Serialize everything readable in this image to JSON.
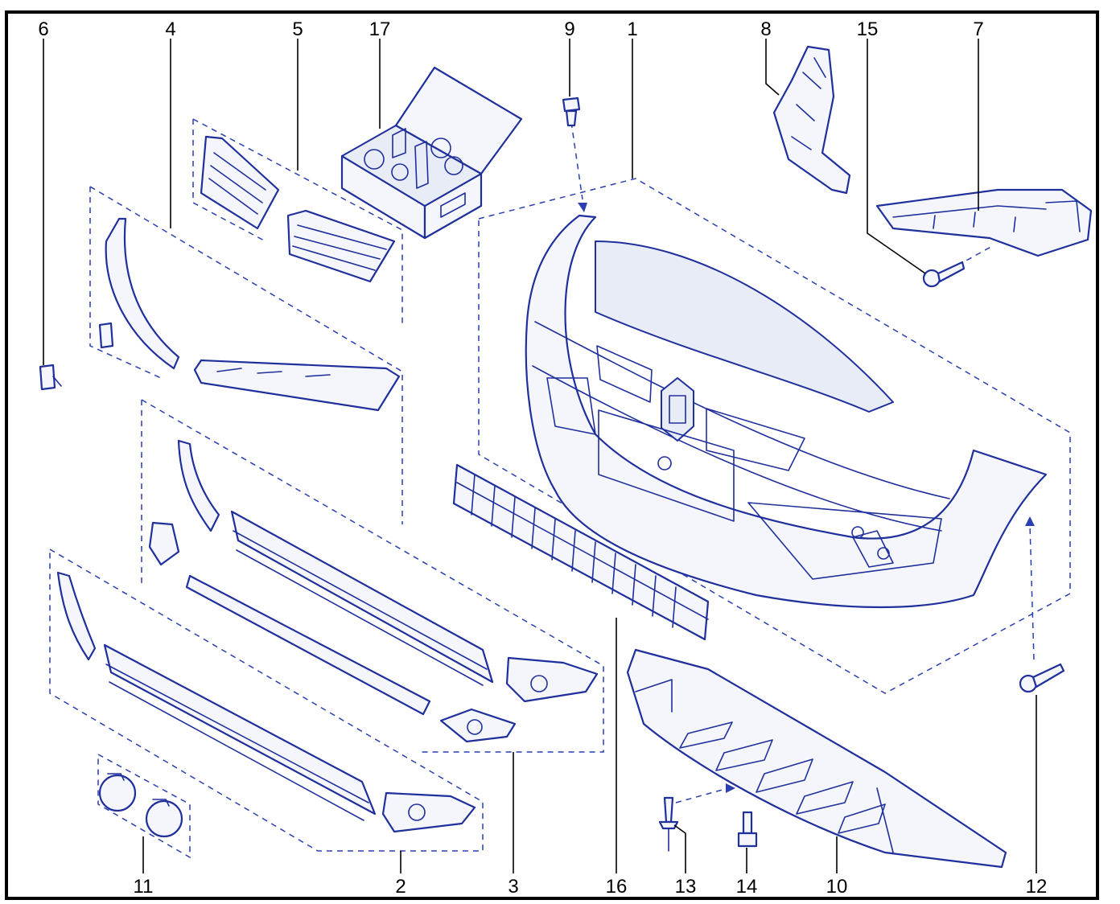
{
  "diagram": {
    "accent_color": "#1f2f9c",
    "callouts": {
      "c1": "1",
      "c2": "2",
      "c3": "3",
      "c4": "4",
      "c5": "5",
      "c6": "6",
      "c7": "7",
      "c8": "8",
      "c9": "9",
      "c10": "10",
      "c11": "11",
      "c12": "12",
      "c13": "13",
      "c14": "14",
      "c15": "15",
      "c16": "16",
      "c17": "17"
    }
  }
}
